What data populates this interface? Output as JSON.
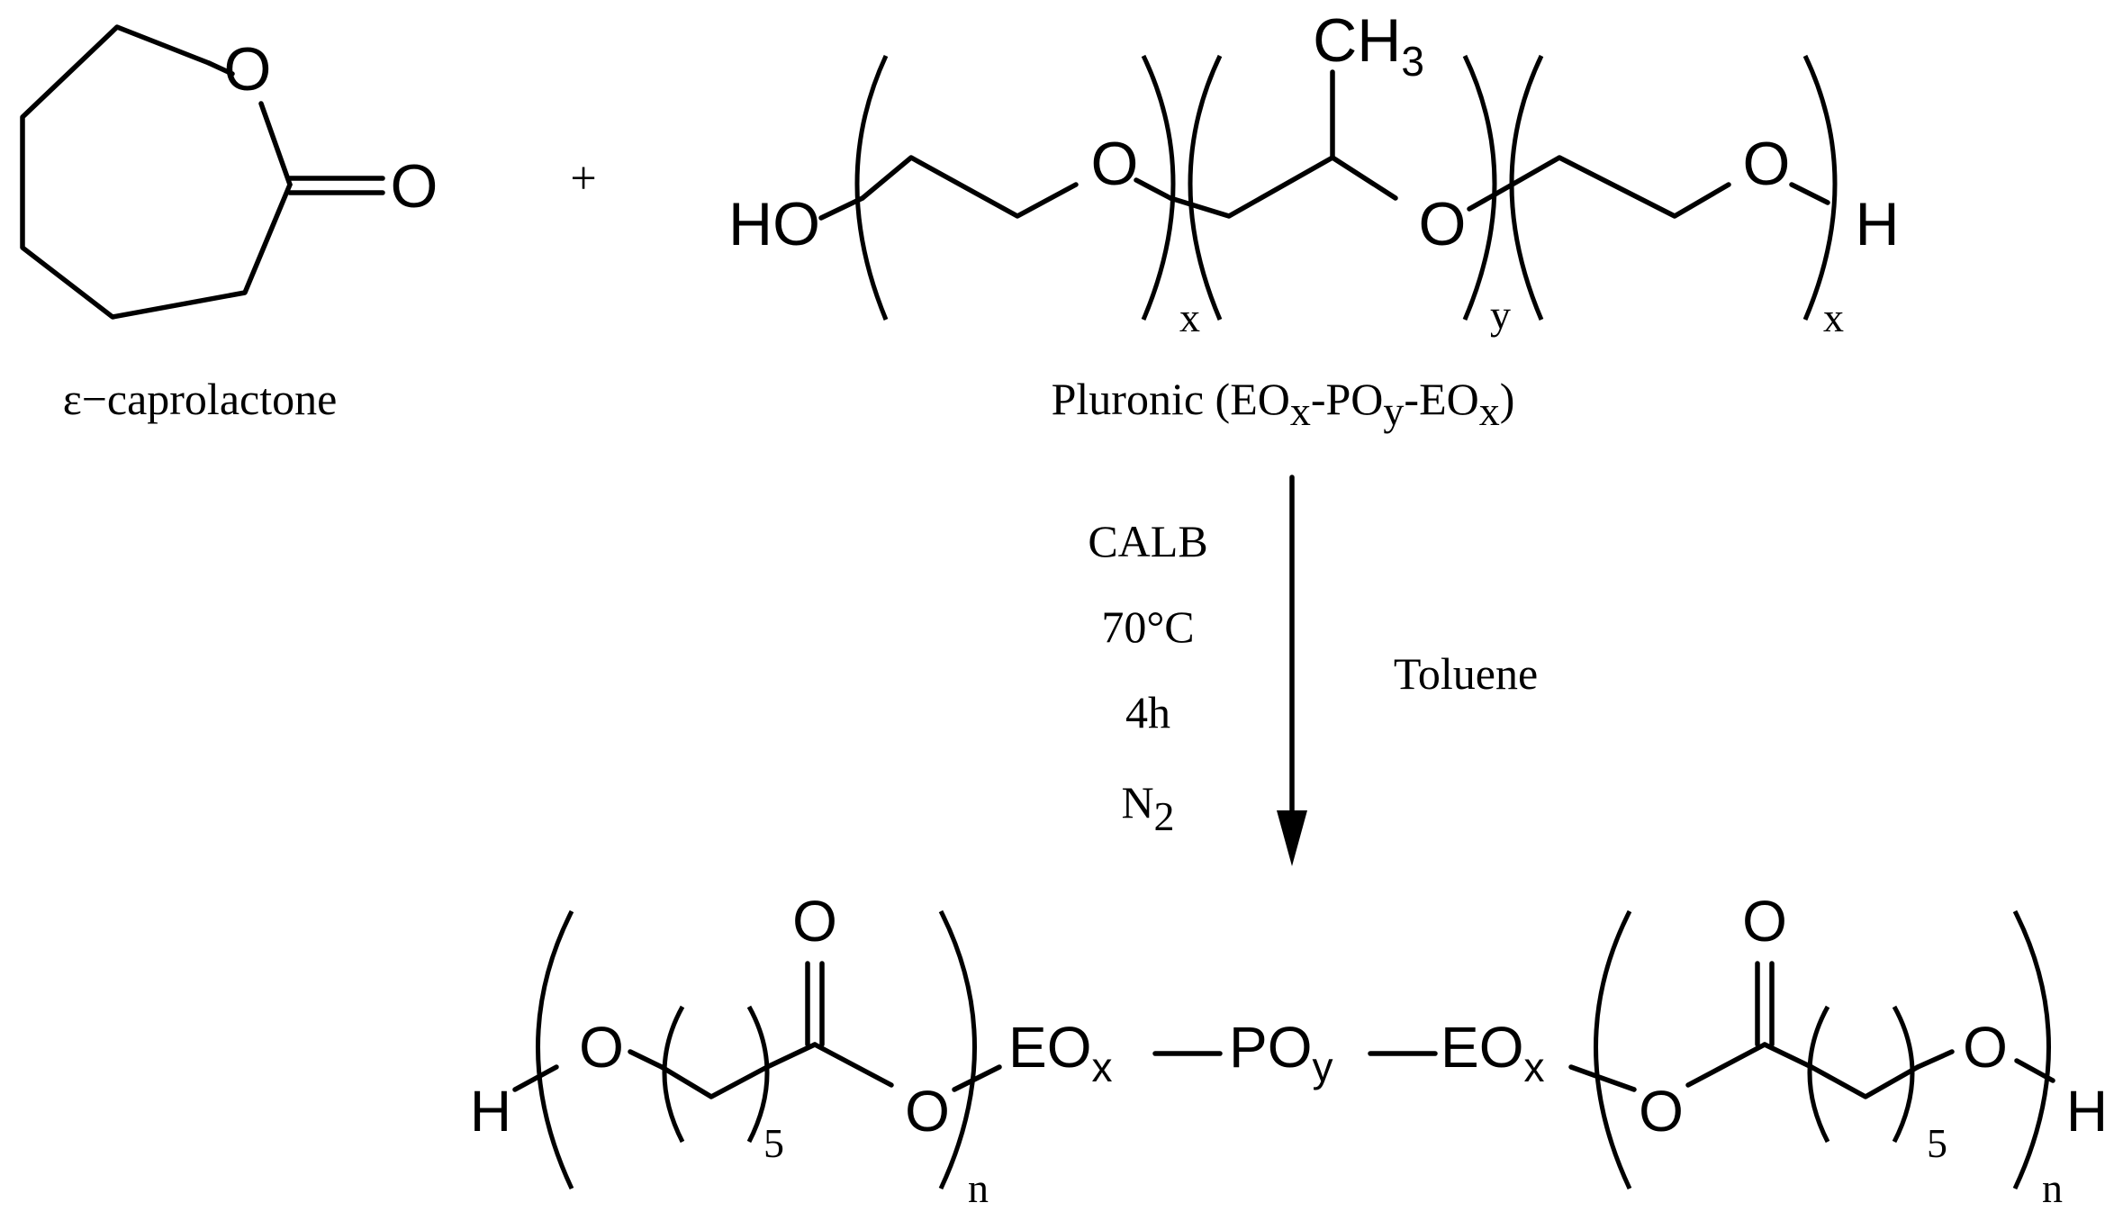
{
  "reactant_1": {
    "name": "ε−caprolactone",
    "ring_oxygen": "O",
    "carbonyl_oxygen": "O"
  },
  "plus_sign": "+",
  "reactant_2": {
    "name": "Pluronic (EOx-POy-EOx)",
    "end_group_left": "HO",
    "end_group_right": "H",
    "methyl": "CH3",
    "ether_oxygen_1": "O",
    "ether_oxygen_2": "O",
    "ether_oxygen_3": "O",
    "repeat_1": "x",
    "repeat_2": "y",
    "repeat_3": "x"
  },
  "conditions": {
    "catalyst": "CALB",
    "temperature": "70°C",
    "time": "4h",
    "atmosphere": "N2",
    "solvent": "Toluene"
  },
  "product": {
    "end_left": "H",
    "end_right": "H",
    "ester_oxygen_left": "O",
    "chain_oxygen_left": "O",
    "carbonyl_left": "O",
    "methylene_count_left": "5",
    "repeat_left": "n",
    "core_eo_left": "EOx",
    "core_po": "POy",
    "core_eo_right": "EOx",
    "ester_oxygen_right": "O",
    "chain_oxygen_right": "O",
    "carbonyl_right": "O",
    "methylene_count_right": "5",
    "repeat_right": "n"
  }
}
